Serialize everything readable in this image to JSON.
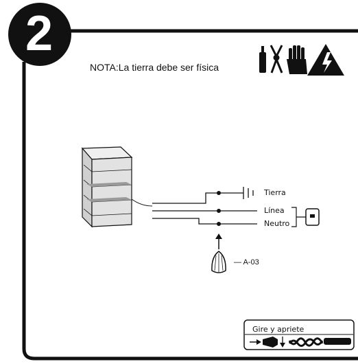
{
  "step": {
    "number": "2"
  },
  "note": {
    "text": "NOTA:La tierra debe ser física"
  },
  "safety_icons": [
    "screwdriver-icon",
    "pliers-icon",
    "glove-icon",
    "electric-hazard-icon"
  ],
  "wiring": {
    "ground_label": "Tierra",
    "line_label": "Línea",
    "neutral_label": "Neutro",
    "part_label": "— A-03"
  },
  "twist_box": {
    "text": "Gire y apriete"
  },
  "colors": {
    "ink": "#111111",
    "panel": "#ffffff",
    "appliance_shade": "#d8d8d8"
  }
}
